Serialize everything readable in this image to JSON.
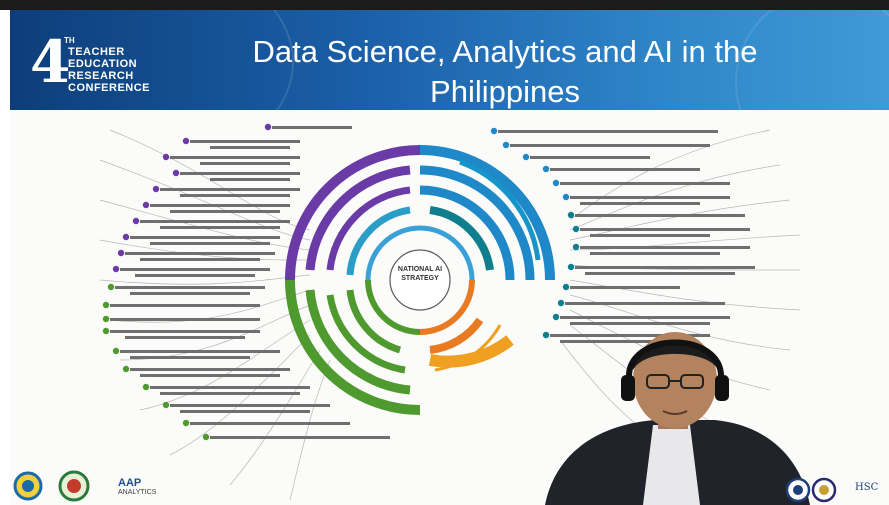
{
  "conference_logo": {
    "number": "4",
    "suffix": "TH",
    "lines": [
      "TEACHER",
      "EDUCATION",
      "RESEARCH",
      "CONFERENCE"
    ]
  },
  "slide": {
    "title_line1": "Data Science, Analytics and AI in the",
    "title_line2": "Philippines"
  },
  "diagram": {
    "center_label": "NATIONAL AI STRATEGY",
    "colors": {
      "blue": "#1e88c8",
      "teal": "#0f7f8e",
      "purple": "#6a3aa6",
      "green": "#4f9a2e",
      "orange": "#e87b22",
      "gold": "#f0a020"
    }
  },
  "footer": {
    "aap_logo": "AAP",
    "aap_sub": "ANALYTICS",
    "right_logo": "HSC"
  }
}
